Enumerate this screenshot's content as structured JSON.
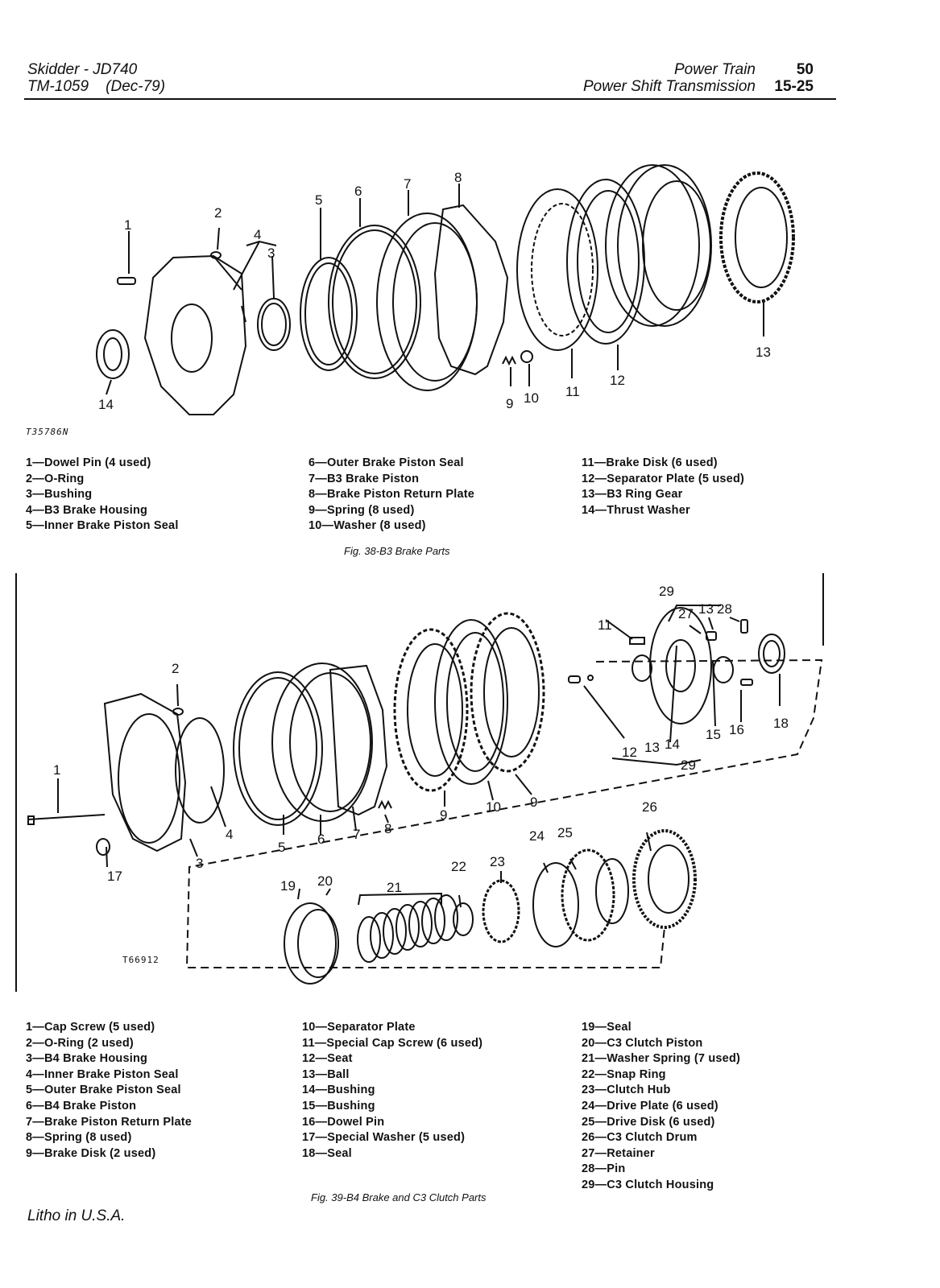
{
  "header": {
    "left_line1": "Skidder - JD740",
    "left_line2": "TM-1059    (Dec-79)",
    "right_line1": "Power Train",
    "right_line2": "Power Shift Transmission",
    "page_line1": "50",
    "page_line2": "15-25"
  },
  "figure1": {
    "id": "T35786N",
    "caption": "Fig. 38-B3 Brake Parts",
    "legend_col1": [
      "1—Dowel Pin (4 used)",
      "2—O-Ring",
      "3—Bushing",
      "4—B3 Brake Housing",
      "5—Inner Brake Piston Seal"
    ],
    "legend_col2": [
      "6—Outer Brake Piston Seal",
      "7—B3 Brake Piston",
      "8—Brake Piston Return Plate",
      "9—Spring (8 used)",
      "10—Washer (8 used)"
    ],
    "legend_col3": [
      "11—Brake Disk (6 used)",
      "12—Separator Plate (5 used)",
      "13—B3 Ring Gear",
      "14—Thrust Washer"
    ],
    "callouts": [
      "1",
      "2",
      "3",
      "4",
      "5",
      "6",
      "7",
      "8",
      "9",
      "10",
      "11",
      "12",
      "13",
      "14"
    ]
  },
  "figure2": {
    "id": "T66912",
    "caption": "Fig. 39-B4 Brake and C3 Clutch Parts",
    "legend_col1": [
      "1—Cap Screw (5 used)",
      "2—O-Ring (2 used)",
      "3—B4 Brake Housing",
      "4—Inner Brake Piston Seal",
      "5—Outer Brake Piston Seal",
      "6—B4 Brake Piston",
      "7—Brake Piston Return Plate",
      "8—Spring (8 used)",
      "9—Brake Disk (2 used)"
    ],
    "legend_col2": [
      "10—Separator Plate",
      "11—Special Cap Screw (6 used)",
      "12—Seat",
      "13—Ball",
      "14—Bushing",
      "15—Bushing",
      "16—Dowel Pin",
      "17—Special Washer (5 used)",
      "18—Seal"
    ],
    "legend_col3": [
      "19—Seal",
      "20—C3 Clutch Piston",
      "21—Washer Spring (7 used)",
      "22—Snap Ring",
      "23—Clutch Hub",
      "24—Drive Plate (6 used)",
      "25—Drive Disk (6 used)",
      "26—C3 Clutch Drum",
      "27—Retainer",
      "28—Pin",
      "29—C3 Clutch Housing"
    ],
    "callouts": [
      "1",
      "2",
      "3",
      "4",
      "5",
      "6",
      "7",
      "8",
      "9",
      "9",
      "10",
      "11",
      "12",
      "13",
      "14",
      "15",
      "16",
      "17",
      "18",
      "19",
      "20",
      "21",
      "22",
      "23",
      "24",
      "25",
      "26",
      "27",
      "28",
      "29",
      "13",
      "29"
    ]
  },
  "footer": {
    "text": "Litho in U.S.A."
  }
}
